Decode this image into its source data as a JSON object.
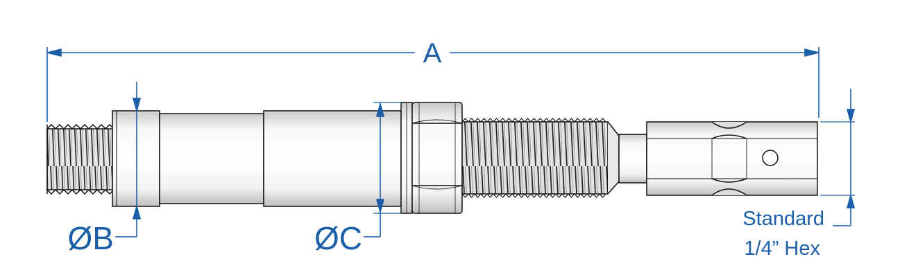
{
  "colors": {
    "dimension": "#1a5fa8",
    "part_outline": "#111111",
    "part_fill": "#f1f1f1",
    "shade": "#d4d4d4",
    "background": "#ffffff"
  },
  "labels": {
    "overall_length": "A",
    "diameter_b": "ØB",
    "diameter_c": "ØC",
    "hex_line1": "Standard",
    "hex_line2": "1/4” Hex"
  }
}
